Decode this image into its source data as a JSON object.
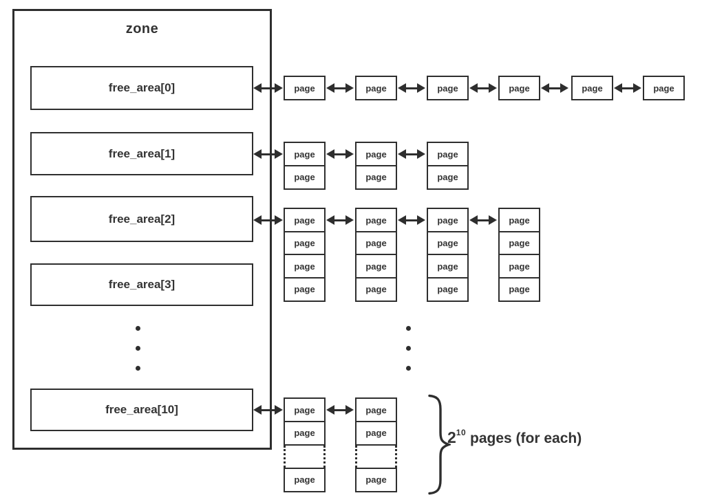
{
  "diagram": {
    "title": "zone",
    "page_label": "page",
    "free_areas": [
      {
        "label": "free_area[0]"
      },
      {
        "label": "free_area[1]"
      },
      {
        "label": "free_area[2]"
      },
      {
        "label": "free_area[3]"
      },
      {
        "label": "free_area[10]"
      }
    ],
    "chains": [
      {
        "area_index": 0,
        "columns": 6,
        "pages_per_column": 1,
        "truncated": false
      },
      {
        "area_index": 1,
        "columns": 3,
        "pages_per_column": 2,
        "truncated": false
      },
      {
        "area_index": 2,
        "columns": 4,
        "pages_per_column": 4,
        "truncated": false
      },
      {
        "area_index": 4,
        "columns": 2,
        "pages_per_column": 2,
        "truncated": true,
        "tail_pages": 1
      }
    ],
    "ellipsis": {
      "dots_per_group": 3,
      "groups": 2
    },
    "annotation": {
      "base": "2",
      "exponent": "10",
      "suffix": " pages (for each)"
    },
    "colors": {
      "line": "#2e2e2e",
      "text": "#333333",
      "background": "#ffffff"
    }
  }
}
